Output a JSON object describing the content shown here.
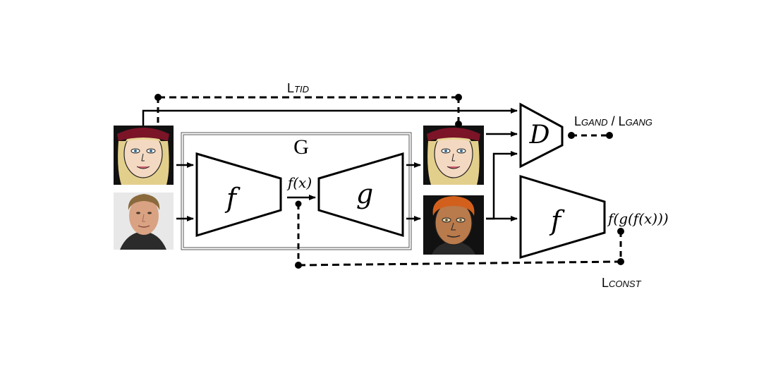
{
  "generator_label": "G",
  "encoder_f_label": "f",
  "decoder_g_label": "g",
  "encoder_f2_label": "f",
  "discriminator_label": "D",
  "fx_label": "f(x)",
  "fgfx_label": "f(g(f(x)))",
  "loss_tid": {
    "main": "L",
    "sub": "TID"
  },
  "loss_gan": {
    "main1": "L",
    "sub1": "GAND",
    "sep": " / ",
    "main2": "L",
    "sub2": "GANG"
  },
  "loss_const": {
    "main": "L",
    "sub": "CONST"
  },
  "images": {
    "input_cartoon": "cartoon-face-blonde-red-cap",
    "input_photo": "photo-face-man",
    "output_cartoon": "cartoon-face-blonde-red-cap",
    "output_cartoon_man": "cartoon-face-man-orange-hair"
  }
}
